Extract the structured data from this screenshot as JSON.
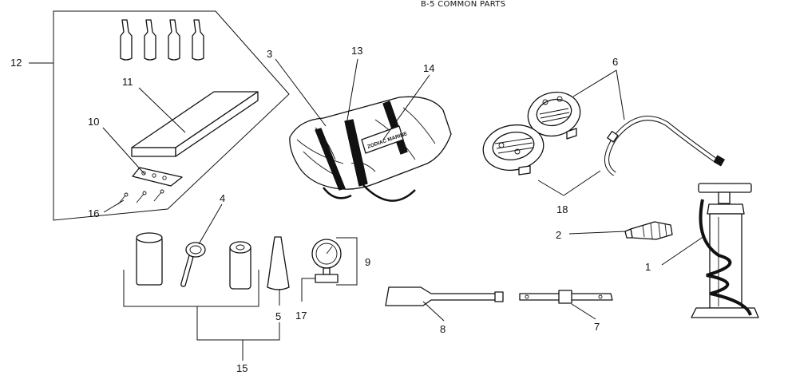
{
  "page": {
    "title": "B-5 COMMON PARTS"
  },
  "callouts": {
    "c1": "1",
    "c2": "2",
    "c3": "3",
    "c4": "4",
    "c5": "5",
    "c6": "6",
    "c7": "7",
    "c8": "8",
    "c9": "9",
    "c10": "10",
    "c11": "11",
    "c12": "12",
    "c13": "13",
    "c14": "14",
    "c15": "15",
    "c16": "16",
    "c17": "17",
    "c18": "18"
  },
  "bag_label": "ZODIAC MARINE"
}
